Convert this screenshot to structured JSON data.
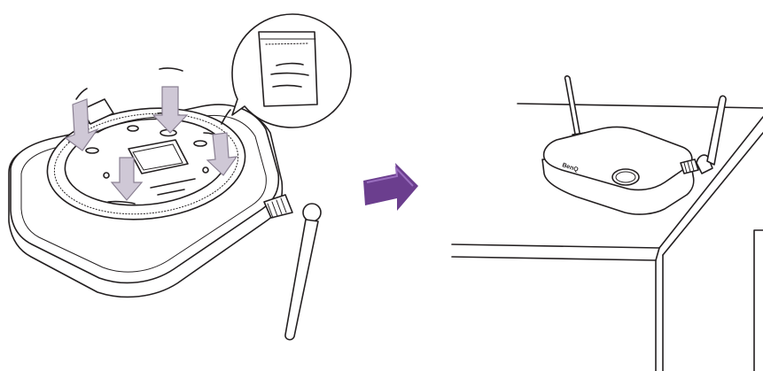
{
  "figure": {
    "step_arrow_icon": "right-arrow-icon",
    "press_arrow_icon": "down-arrow-icon",
    "colors": {
      "outline": "#231f20",
      "press_arrow_fill": "#cfc8d6",
      "press_arrow_stroke": "#8a8092",
      "step_arrow_fill": "#6b3e8e",
      "step_arrow_highlight": "#9a6fbf",
      "background": "#ffffff"
    },
    "device_logo": "BenQ",
    "adhesive_pads_on_device": 4,
    "pads_in_bag": 3
  }
}
